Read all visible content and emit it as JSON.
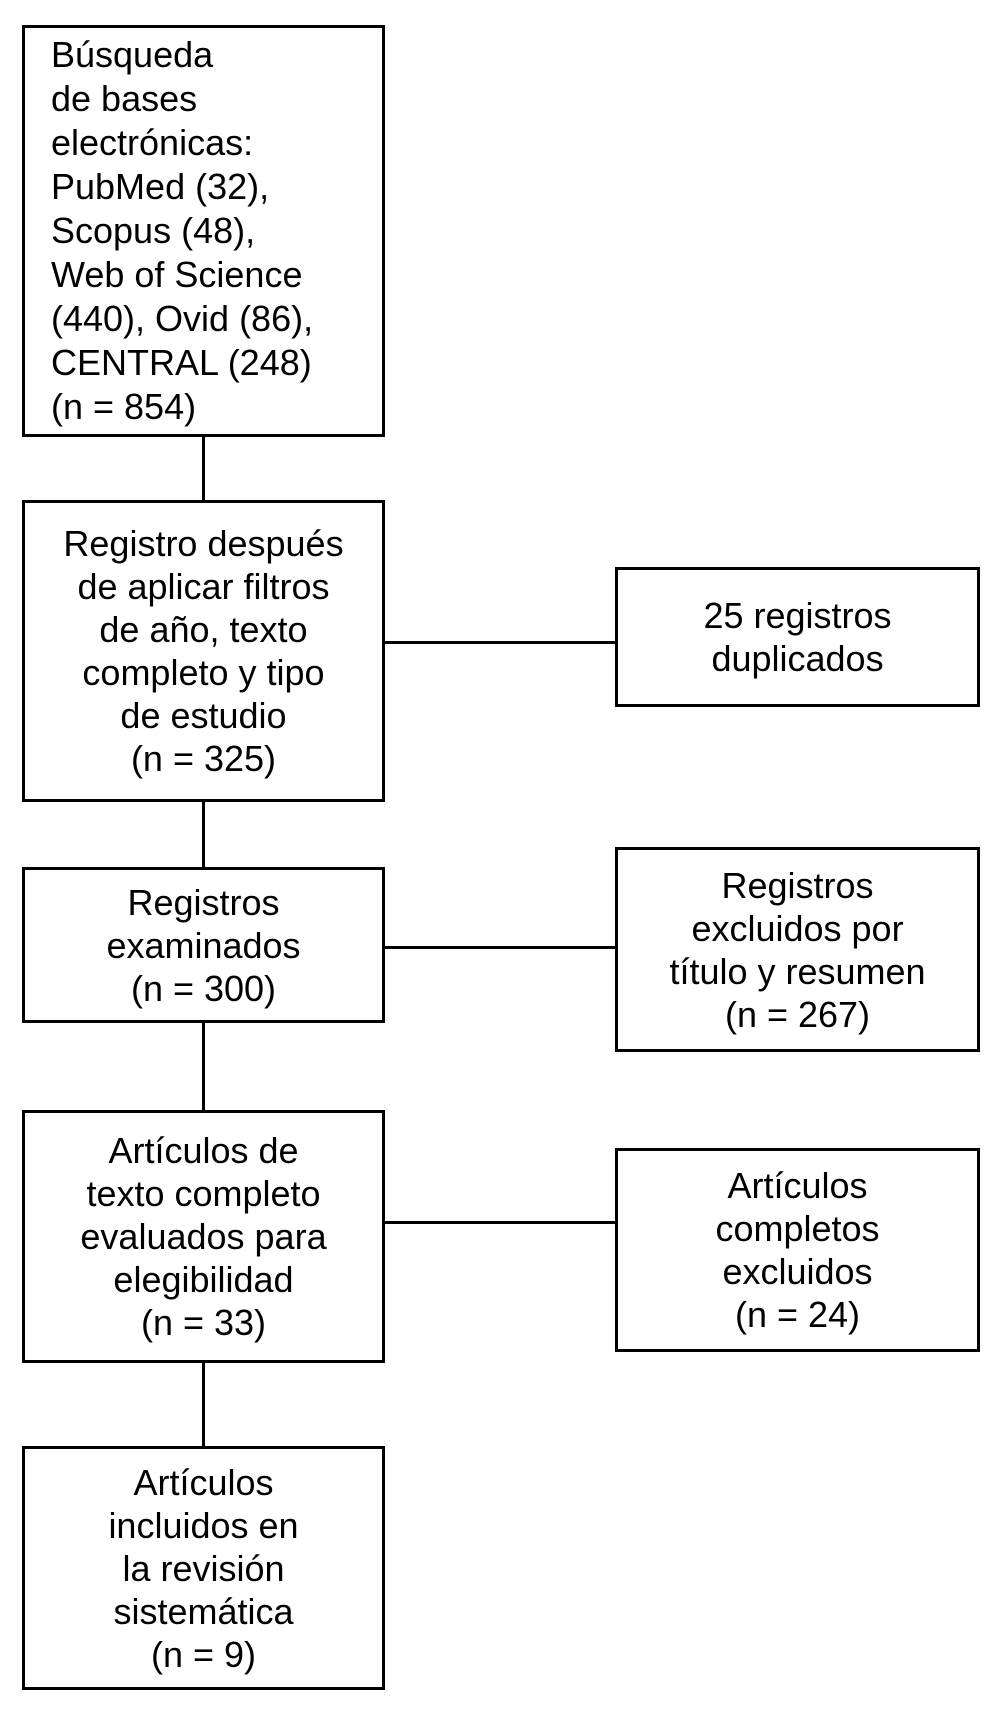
{
  "diagram": {
    "type": "flowchart",
    "language": "es",
    "colors": {
      "background": "#ffffff",
      "line": "#000000",
      "text": "#000000"
    },
    "main_boxes": [
      {
        "id": "search",
        "align": "left",
        "text": "Búsqueda\nde bases\nelectrónicas:\nPubMed (32),\nScopus (48),\nWeb of Science\n(440), Ovid (86),\nCENTRAL (248)\n(n = 854)",
        "n": 854,
        "sources": [
          {
            "name": "PubMed",
            "count": 32
          },
          {
            "name": "Scopus",
            "count": 48
          },
          {
            "name": "Web of Science",
            "count": 440
          },
          {
            "name": "Ovid",
            "count": 86
          },
          {
            "name": "CENTRAL",
            "count": 248
          }
        ]
      },
      {
        "id": "filtered",
        "align": "center",
        "text": "Registro después\nde aplicar filtros\nde año, texto\ncompleto y tipo\nde estudio\n(n = 325)",
        "n": 325
      },
      {
        "id": "screened",
        "align": "center",
        "text": "Registros\nexaminados\n(n = 300)",
        "n": 300
      },
      {
        "id": "fulltext-assessed",
        "align": "center",
        "text": "Artículos de\ntexto completo\nevaluados para\nelegibilidad\n(n = 33)",
        "n": 33
      },
      {
        "id": "included",
        "align": "center",
        "text": "Artículos\nincluidos en\nla revisión\nsistemática\n(n = 9)",
        "n": 9
      }
    ],
    "side_boxes": [
      {
        "id": "duplicates",
        "align": "center",
        "text": "25 registros\nduplicados",
        "n": 25
      },
      {
        "id": "excluded-title-abstract",
        "align": "center",
        "text": "Registros\nexcluidos por\ntítulo y resumen\n(n = 267)",
        "n": 267
      },
      {
        "id": "excluded-fulltext",
        "align": "center",
        "text": "Artículos\ncompletos\nexcluidos\n(n = 24)",
        "n": 24
      }
    ]
  }
}
